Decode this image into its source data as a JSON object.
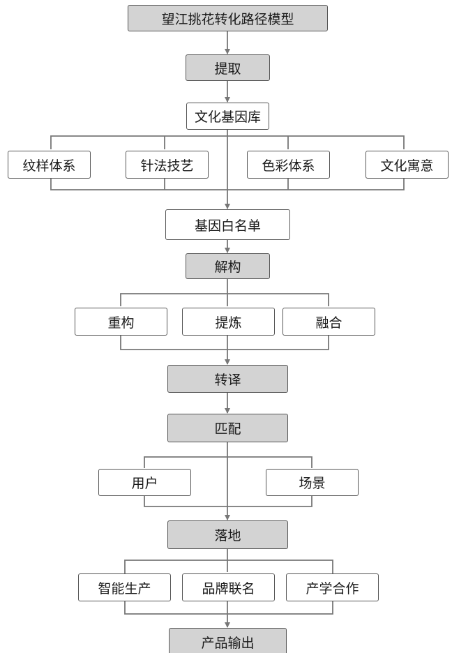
{
  "title": "望江挑花转化路径模型",
  "stages": {
    "extract": "提取",
    "deconstruct": "解构",
    "translate": "转译",
    "match": "匹配",
    "landing": "落地",
    "output": "产品输出"
  },
  "nodes": {
    "gene_library": "文化基因库",
    "whitelist": "基因白名单",
    "pattern_system": "纹样体系",
    "stitch_technique": "针法技艺",
    "color_system": "色彩体系",
    "cultural_meaning": "文化寓意",
    "reconstruct": "重构",
    "refine": "提炼",
    "fuse": "融合",
    "user": "用户",
    "scene": "场景",
    "smart_production": "智能生产",
    "brand_collab": "品牌联名",
    "industry_collab": "产学合作"
  },
  "colors": {
    "gray_fill": "#d3d3d3",
    "border": "#555555",
    "line": "#777777"
  }
}
